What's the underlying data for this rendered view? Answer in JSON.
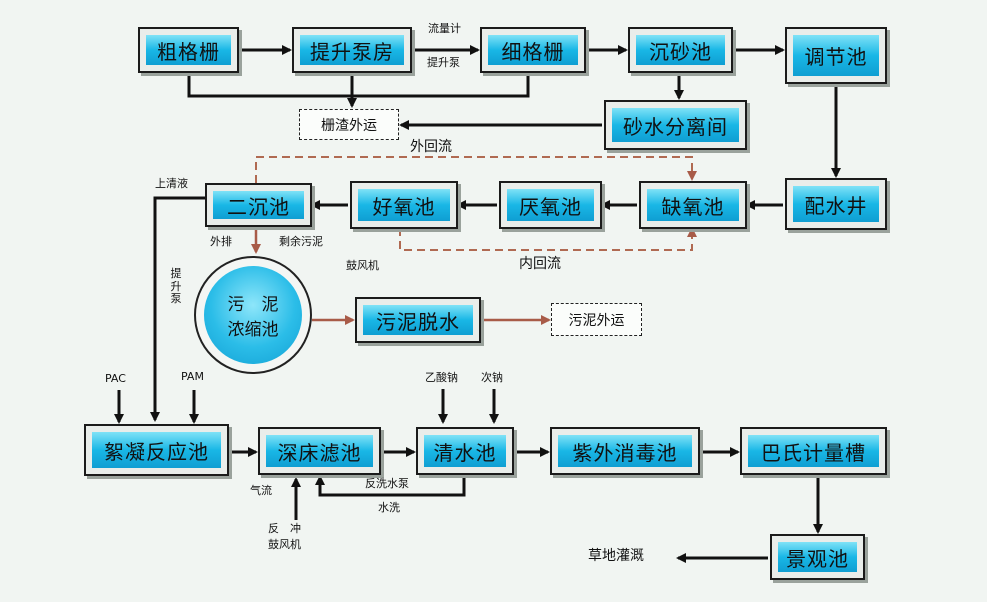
{
  "units": {
    "coarse_screen": "粗格栅",
    "lift_pump_room": "提升泵房",
    "fine_screen": "细格栅",
    "grit_chamber": "沉砂池",
    "equalization_tank": "调节池",
    "sand_water_separation": "砂水分离间",
    "distribution_well": "配水井",
    "anoxic_tank": "缺氧池",
    "anaerobic_tank": "厌氧池",
    "aerobic_tank": "好氧池",
    "secondary_clarifier": "二沉池",
    "sludge_thickener_line1": "污　泥",
    "sludge_thickener_line2": "浓缩池",
    "sludge_dewatering": "污泥脱水",
    "flocculation_tank": "絮凝反应池",
    "deep_bed_filter": "深床滤池",
    "clear_water_tank": "清水池",
    "uv_disinfection": "紫外消毒池",
    "parshall_flume": "巴氏计量槽",
    "landscape_pond": "景观池"
  },
  "outputs": {
    "screenings_out": "栅渣外运",
    "sludge_out": "污泥外运",
    "lawn_irrigation": "草地灌溉"
  },
  "labels": {
    "flow_meter": "流量计",
    "lift_pump": "提升泵",
    "external_reflux": "外回流",
    "internal_reflux": "内回流",
    "supernatant": "上清液",
    "lift_pump_vertical": "提升泵",
    "discharge": "外排",
    "excess_sludge": "剩余污泥",
    "blower": "鼓风机",
    "pac": "PAC",
    "pam": "PAM",
    "sodium_acetate": "乙酸钠",
    "sodium_hypochlorite": "次钠",
    "air_flow": "气流",
    "backwash_pump": "反洗水泵",
    "water_wash": "水洗",
    "backwash_line1": "反　冲",
    "backwash_line2": "鼓风机"
  },
  "colors": {
    "flow_line": "#111111",
    "reflux_line": "#b06a52",
    "sludge_line": "#a85b48",
    "box_fill": "#19b7e6"
  }
}
